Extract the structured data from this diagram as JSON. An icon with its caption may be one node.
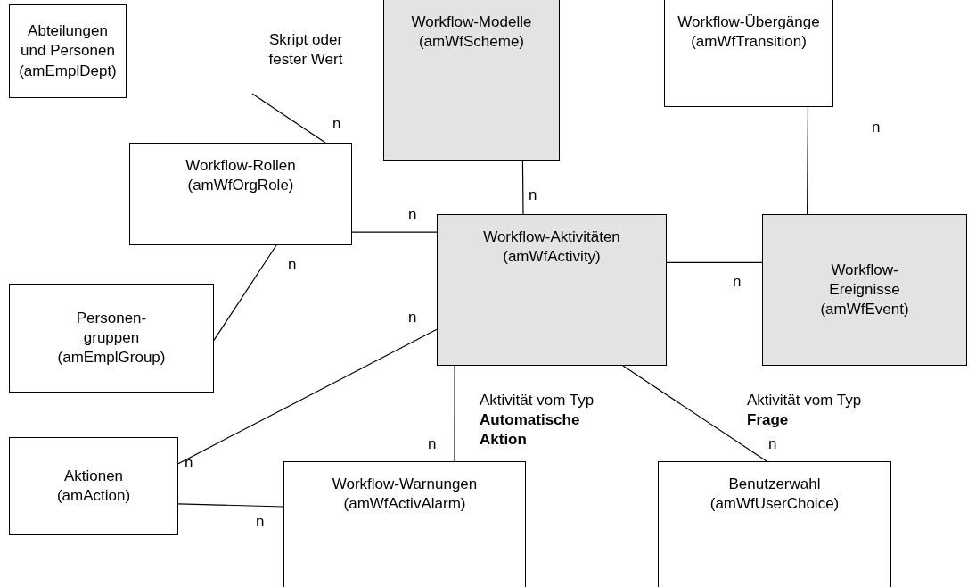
{
  "diagram": {
    "nodes": [
      {
        "text": [
          "Abteilungen und Personen (amEmplDept)"
        ]
      },
      {
        "text": [
          "Skript oder fester Wert"
        ]
      },
      {
        "text": [
          "Workflow-Modelle (amWfScheme)"
        ]
      },
      {
        "text": [
          "Workflow-Übergänge (amWfTransition)"
        ]
      },
      {
        "text": [
          "Workflow-Rollen (amWfOrgRole)"
        ]
      },
      {
        "text": [
          "Workflow-Aktivitäten (amWfActivity)"
        ]
      },
      {
        "text": [
          "Workflow-Ereignisse (amWfEvent)"
        ]
      },
      {
        "text": [
          "Personen-gruppen (amEmplGroup)"
        ]
      },
      {
        "text": [
          "Aktionen (amAction)"
        ]
      },
      {
        "text": [
          "Workflow-Warnungen (amWfActivAlarm)"
        ]
      },
      {
        "text": [
          "Benutzerwahl (amWfUserChoice)"
        ]
      }
    ],
    "edges": [
      {
        "from": 1,
        "to": 4,
        "arrow": "none"
      },
      {
        "from": 2,
        "to": 5,
        "arrow": "none"
      },
      {
        "from": 3,
        "to": 6,
        "arrow": "none"
      },
      {
        "from": 4,
        "to": 5,
        "arrow": "none"
      },
      {
        "from": 5,
        "to": 6,
        "arrow": "none"
      },
      {
        "from": 4,
        "to": 7,
        "arrow": "none"
      },
      {
        "from": 5,
        "to": 8,
        "arrow": "none"
      },
      {
        "from": 5,
        "to": 9,
        "arrow": "none"
      },
      {
        "from": 5,
        "to": 10,
        "arrow": "none"
      },
      {
        "from": 8,
        "to": 9,
        "arrow": "none"
      }
    ],
    "labels": [
      "n",
      "n",
      "n",
      "n",
      "n",
      "n",
      "n",
      "Aktivität vom Typ **Automatische Aktion**",
      "Aktivität vom Typ **Frage**",
      "n",
      "n",
      "n",
      "n"
    ]
  }
}
